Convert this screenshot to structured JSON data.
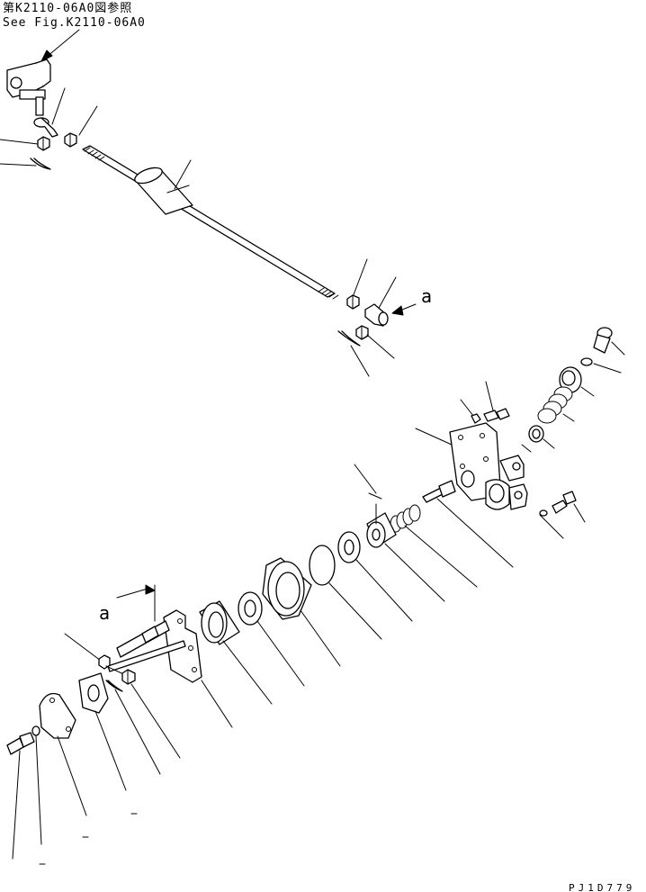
{
  "figure_reference": {
    "jp": "第K2110-06A0図参照",
    "en": "See Fig.K2110-06A0"
  },
  "detail_markers": [
    "a",
    "a"
  ],
  "drawing_code": "PJ1D779"
}
